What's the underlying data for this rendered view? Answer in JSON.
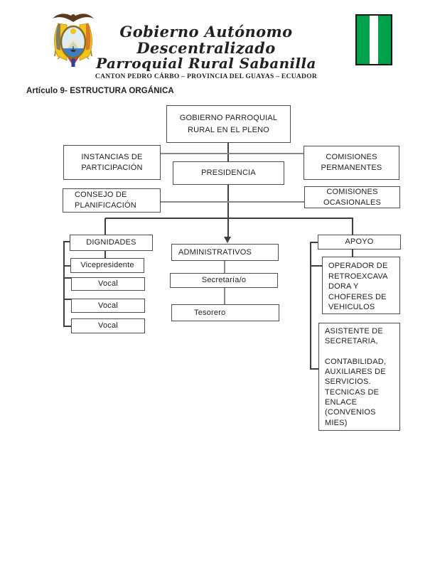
{
  "header": {
    "title_line1": "Gobierno Autónomo Descentralizado",
    "title_line2": "Parroquial Rural Sabanilla",
    "subtitle": "CANTON PEDRO CÁRBO – PROVINCIA DEL GUAYAS – ECUADOR",
    "coat_of_arms": "ecuador-coat-of-arms",
    "flag": "green-white-green-vertical-flag"
  },
  "article_heading": "Artículo 9- ESTRUCTURA ORGÁNICA",
  "org_chart": {
    "pleno": "GOBIERNO PARROQUIAL\nRURAL EN EL PLENO",
    "instancias": "INSTANCIAS DE\nPARTICIPACIÓN",
    "presidencia": "PRESIDENCIA",
    "comisiones_permanentes": "COMISIONES\nPERMANENTES",
    "consejo": "CONSEJO DE\nPLANIFICACIÓN",
    "comisiones_ocasionales": "COMISIONES\nOCASIONALES",
    "dignidades": "DIGNIDADES",
    "administrativos": "ADMINISTRATIVOS",
    "apoyo": "APOYO",
    "vicepresidente": "Vicepresidente",
    "vocal_1": "Vocal",
    "vocal_2": "Vocal",
    "vocal_3": "Vocal",
    "secretaria": "Secretaría/o",
    "tesorero": "Tesorero",
    "operador": "OPERADOR DE\nRETROEXCAVA\nDORA Y\nCHOFERES DE\nVEHICULOS",
    "asistente": "ASISTENTE DE\nSECRETARIA,\n\nCONTABILIDAD,\nAUXILIARES DE\nSERVICIOS.\nTECNICAS DE\nENLACE\n(CONVENIOS\nMIES)"
  },
  "colors": {
    "flag_green": "#00A14B",
    "flag_white": "#FFFFFF",
    "box_border": "#4C4C4C",
    "connector_gray": "#8A8A8A",
    "connector_dark": "#3F3F3F",
    "text": "#212121"
  }
}
